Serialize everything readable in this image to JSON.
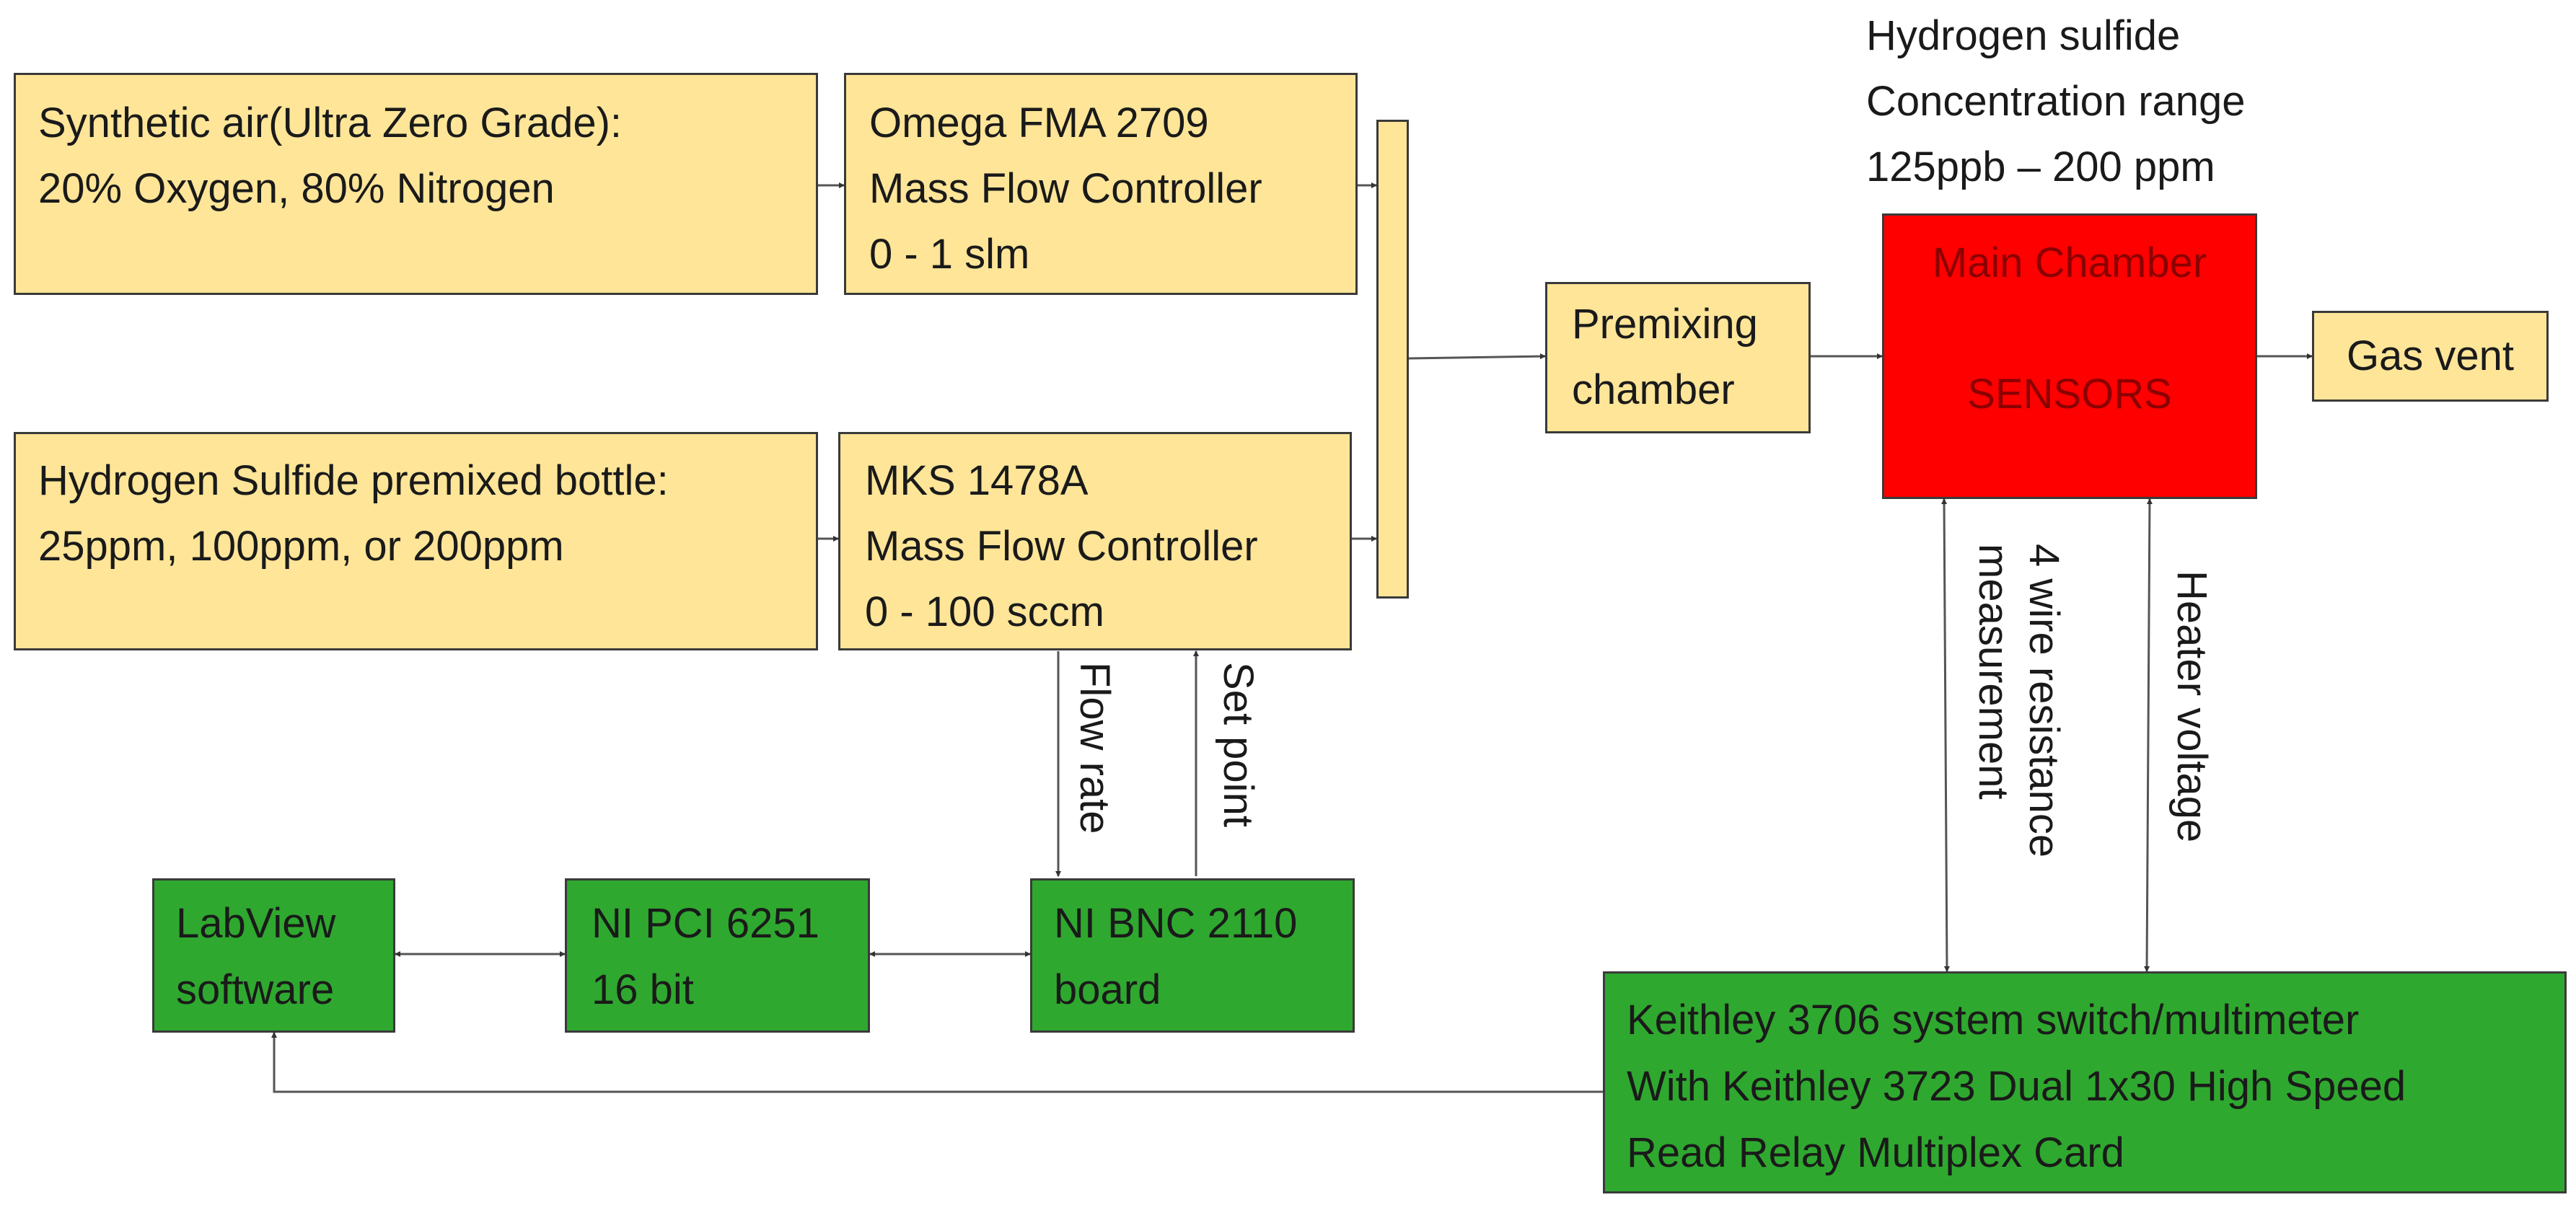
{
  "diagram": {
    "source_air": [
      "Synthetic air(Ultra Zero Grade):",
      "20% Oxygen, 80% Nitrogen"
    ],
    "source_h2s": [
      "Hydrogen Sulfide premixed bottle:",
      "25ppm, 100ppm, or 200ppm"
    ],
    "mfc_omega": [
      "Omega FMA 2709",
      "Mass Flow Controller",
      "0 - 1 slm"
    ],
    "mfc_mks": [
      "MKS 1478A",
      "Mass Flow Controller",
      "0 - 100 sccm"
    ],
    "premixing": [
      "Premixing",
      "chamber"
    ],
    "main_chamber": [
      "Main Chamber",
      "",
      "SENSORS"
    ],
    "gas_vent": "Gas vent",
    "concentration_note": [
      "Hydrogen sulfide",
      "Concentration range",
      "125ppb – 200 ppm"
    ],
    "labview": [
      "LabView",
      "software"
    ],
    "ni_pci": [
      "NI PCI 6251",
      "16 bit"
    ],
    "ni_bnc": [
      "NI BNC 2110",
      "board"
    ],
    "keithley": [
      "Keithley 3706 system switch/multimeter",
      "With Keithley 3723 Dual 1x30 High Speed",
      "Read Relay Multiplex Card"
    ],
    "label_flow_rate": "Flow rate",
    "label_set_point": "Set point",
    "label_4wire": [
      "4 wire resistance",
      "measurement"
    ],
    "label_heater": "Heater voltage"
  },
  "colors": {
    "source_fill": "#fee598",
    "daq_fill": "#2fa82f",
    "chamber_fill": "#ff0000",
    "chamber_text": "#8b0000",
    "border": "#3a3a3a",
    "connector": "#555555"
  }
}
